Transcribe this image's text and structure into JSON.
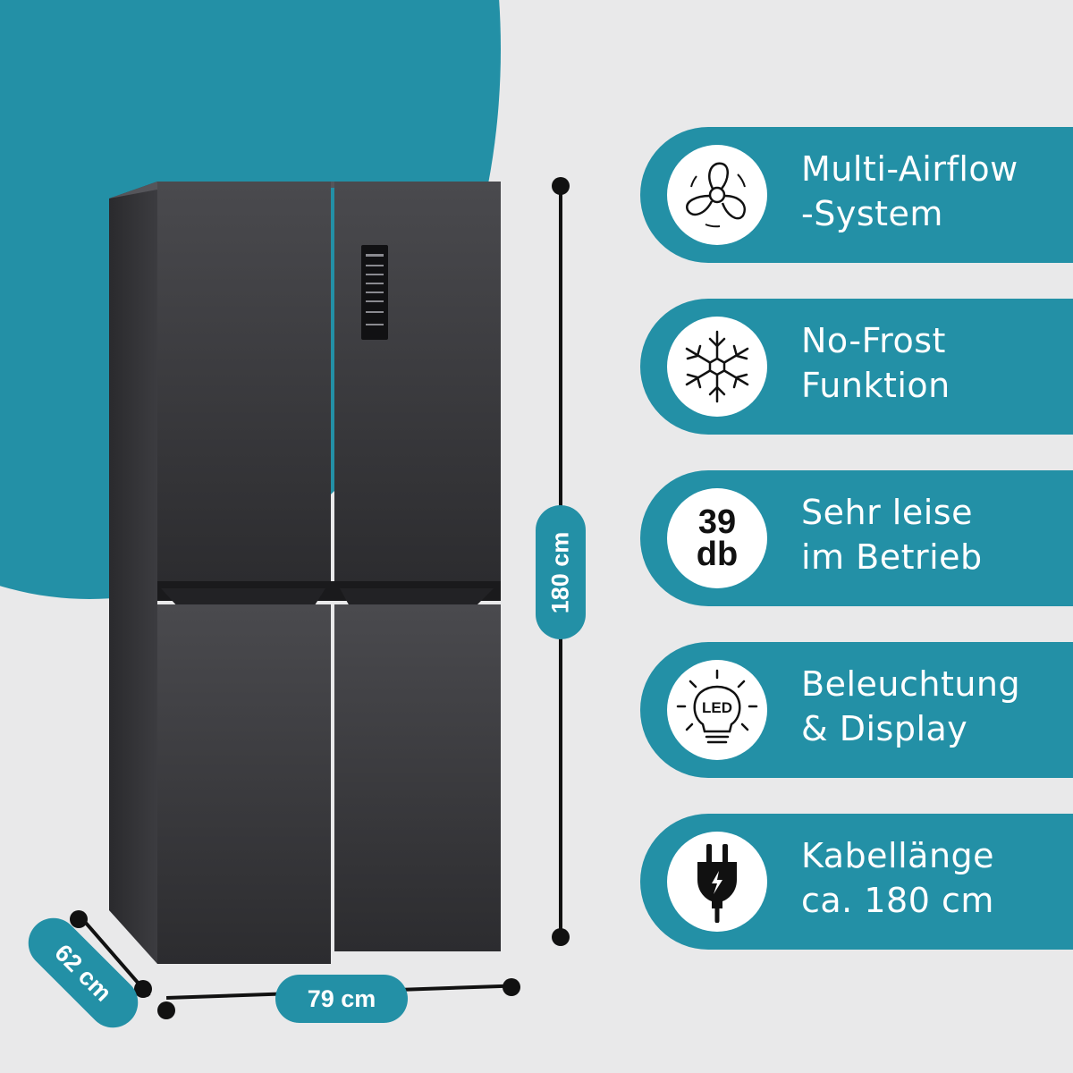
{
  "dimensions": {
    "height": "180 cm",
    "width": "79 cm",
    "depth": "62 cm"
  },
  "colors": {
    "accent": "#2390a6",
    "background": "#e9e9ea",
    "fridge": "#3a3a3d",
    "line": "#111111"
  },
  "features": [
    {
      "icon": "fan-icon",
      "line1": "Multi-Airflow",
      "line2": "-System"
    },
    {
      "icon": "snowflake-icon",
      "line1": "No-Frost",
      "line2": "Funktion"
    },
    {
      "icon": "decibel-icon",
      "icon_text_top": "39",
      "icon_text_bottom": "db",
      "line1": "Sehr leise",
      "line2": "im Betrieb"
    },
    {
      "icon": "led-bulb-icon",
      "icon_text": "LED",
      "line1": "Beleuchtung",
      "line2": "& Display"
    },
    {
      "icon": "power-plug-icon",
      "line1": "Kabellänge",
      "line2": "ca. 180 cm"
    }
  ]
}
